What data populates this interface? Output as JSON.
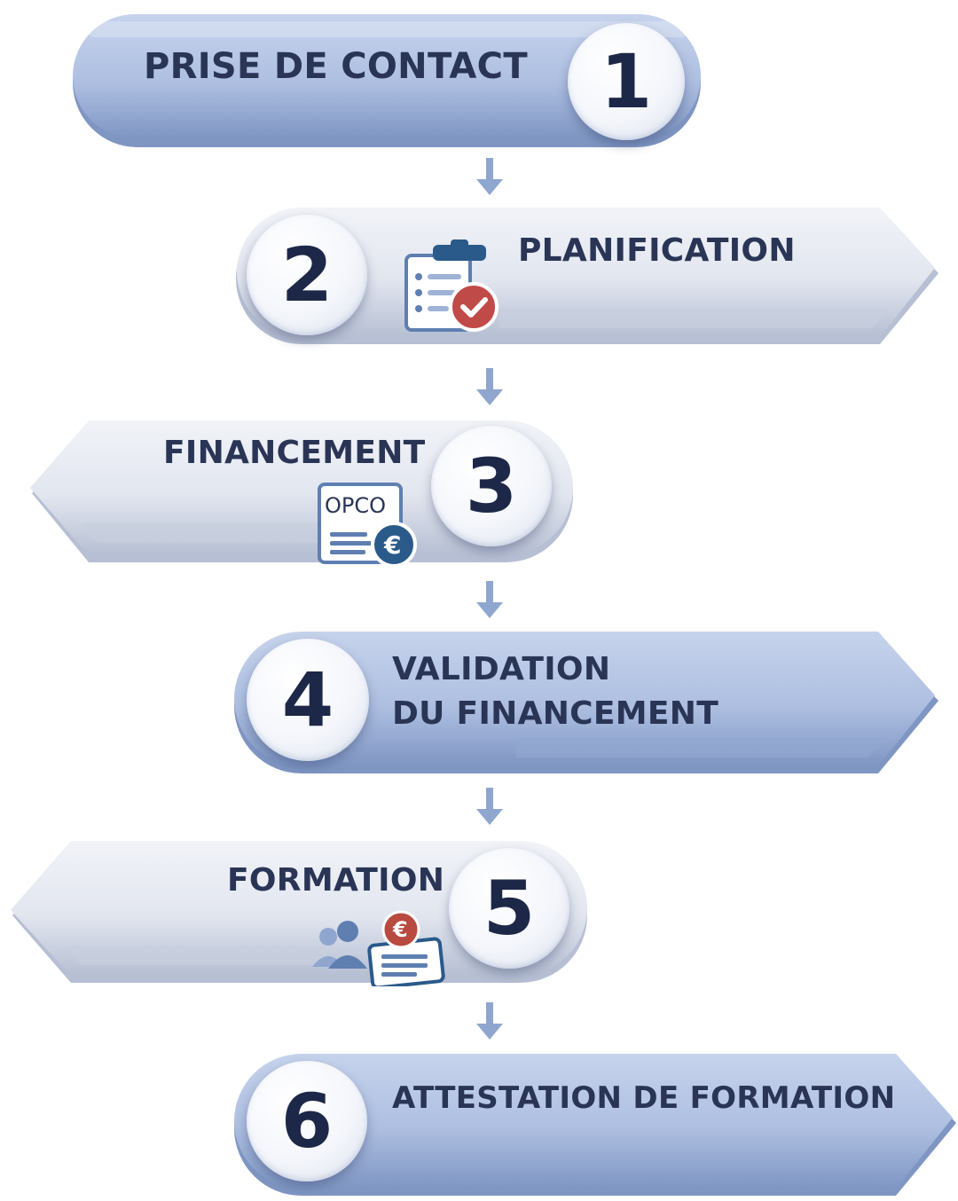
{
  "steps": [
    {
      "number": "1",
      "label": "PRISE DE CONTACT"
    },
    {
      "number": "2",
      "label": "PLANIFICATION",
      "icon": "clipboard-check-icon"
    },
    {
      "number": "3",
      "label": "FINANCEMENT",
      "icon": "opco-document-euro-icon",
      "icon_text": "OPCO",
      "currency_symbol": "€"
    },
    {
      "number": "4",
      "label_line1": "VALIDATION",
      "label_line2": "DU FINANCEMENT"
    },
    {
      "number": "5",
      "label": "FORMATION",
      "icon": "trainees-euro-icon",
      "currency_symbol": "€"
    },
    {
      "number": "6",
      "label": "ATTESTATION DE FORMATION"
    }
  ],
  "colors": {
    "blue_banner": "#aebfe0",
    "grey_banner": "#e3e7f0",
    "number_text": "#1d2848",
    "label_text": "#2a3556",
    "arrow": "#8fa6cf",
    "check_badge": "#c04a48",
    "euro_badge_blue": "#2a5a8a",
    "euro_badge_red": "#b84a40"
  }
}
